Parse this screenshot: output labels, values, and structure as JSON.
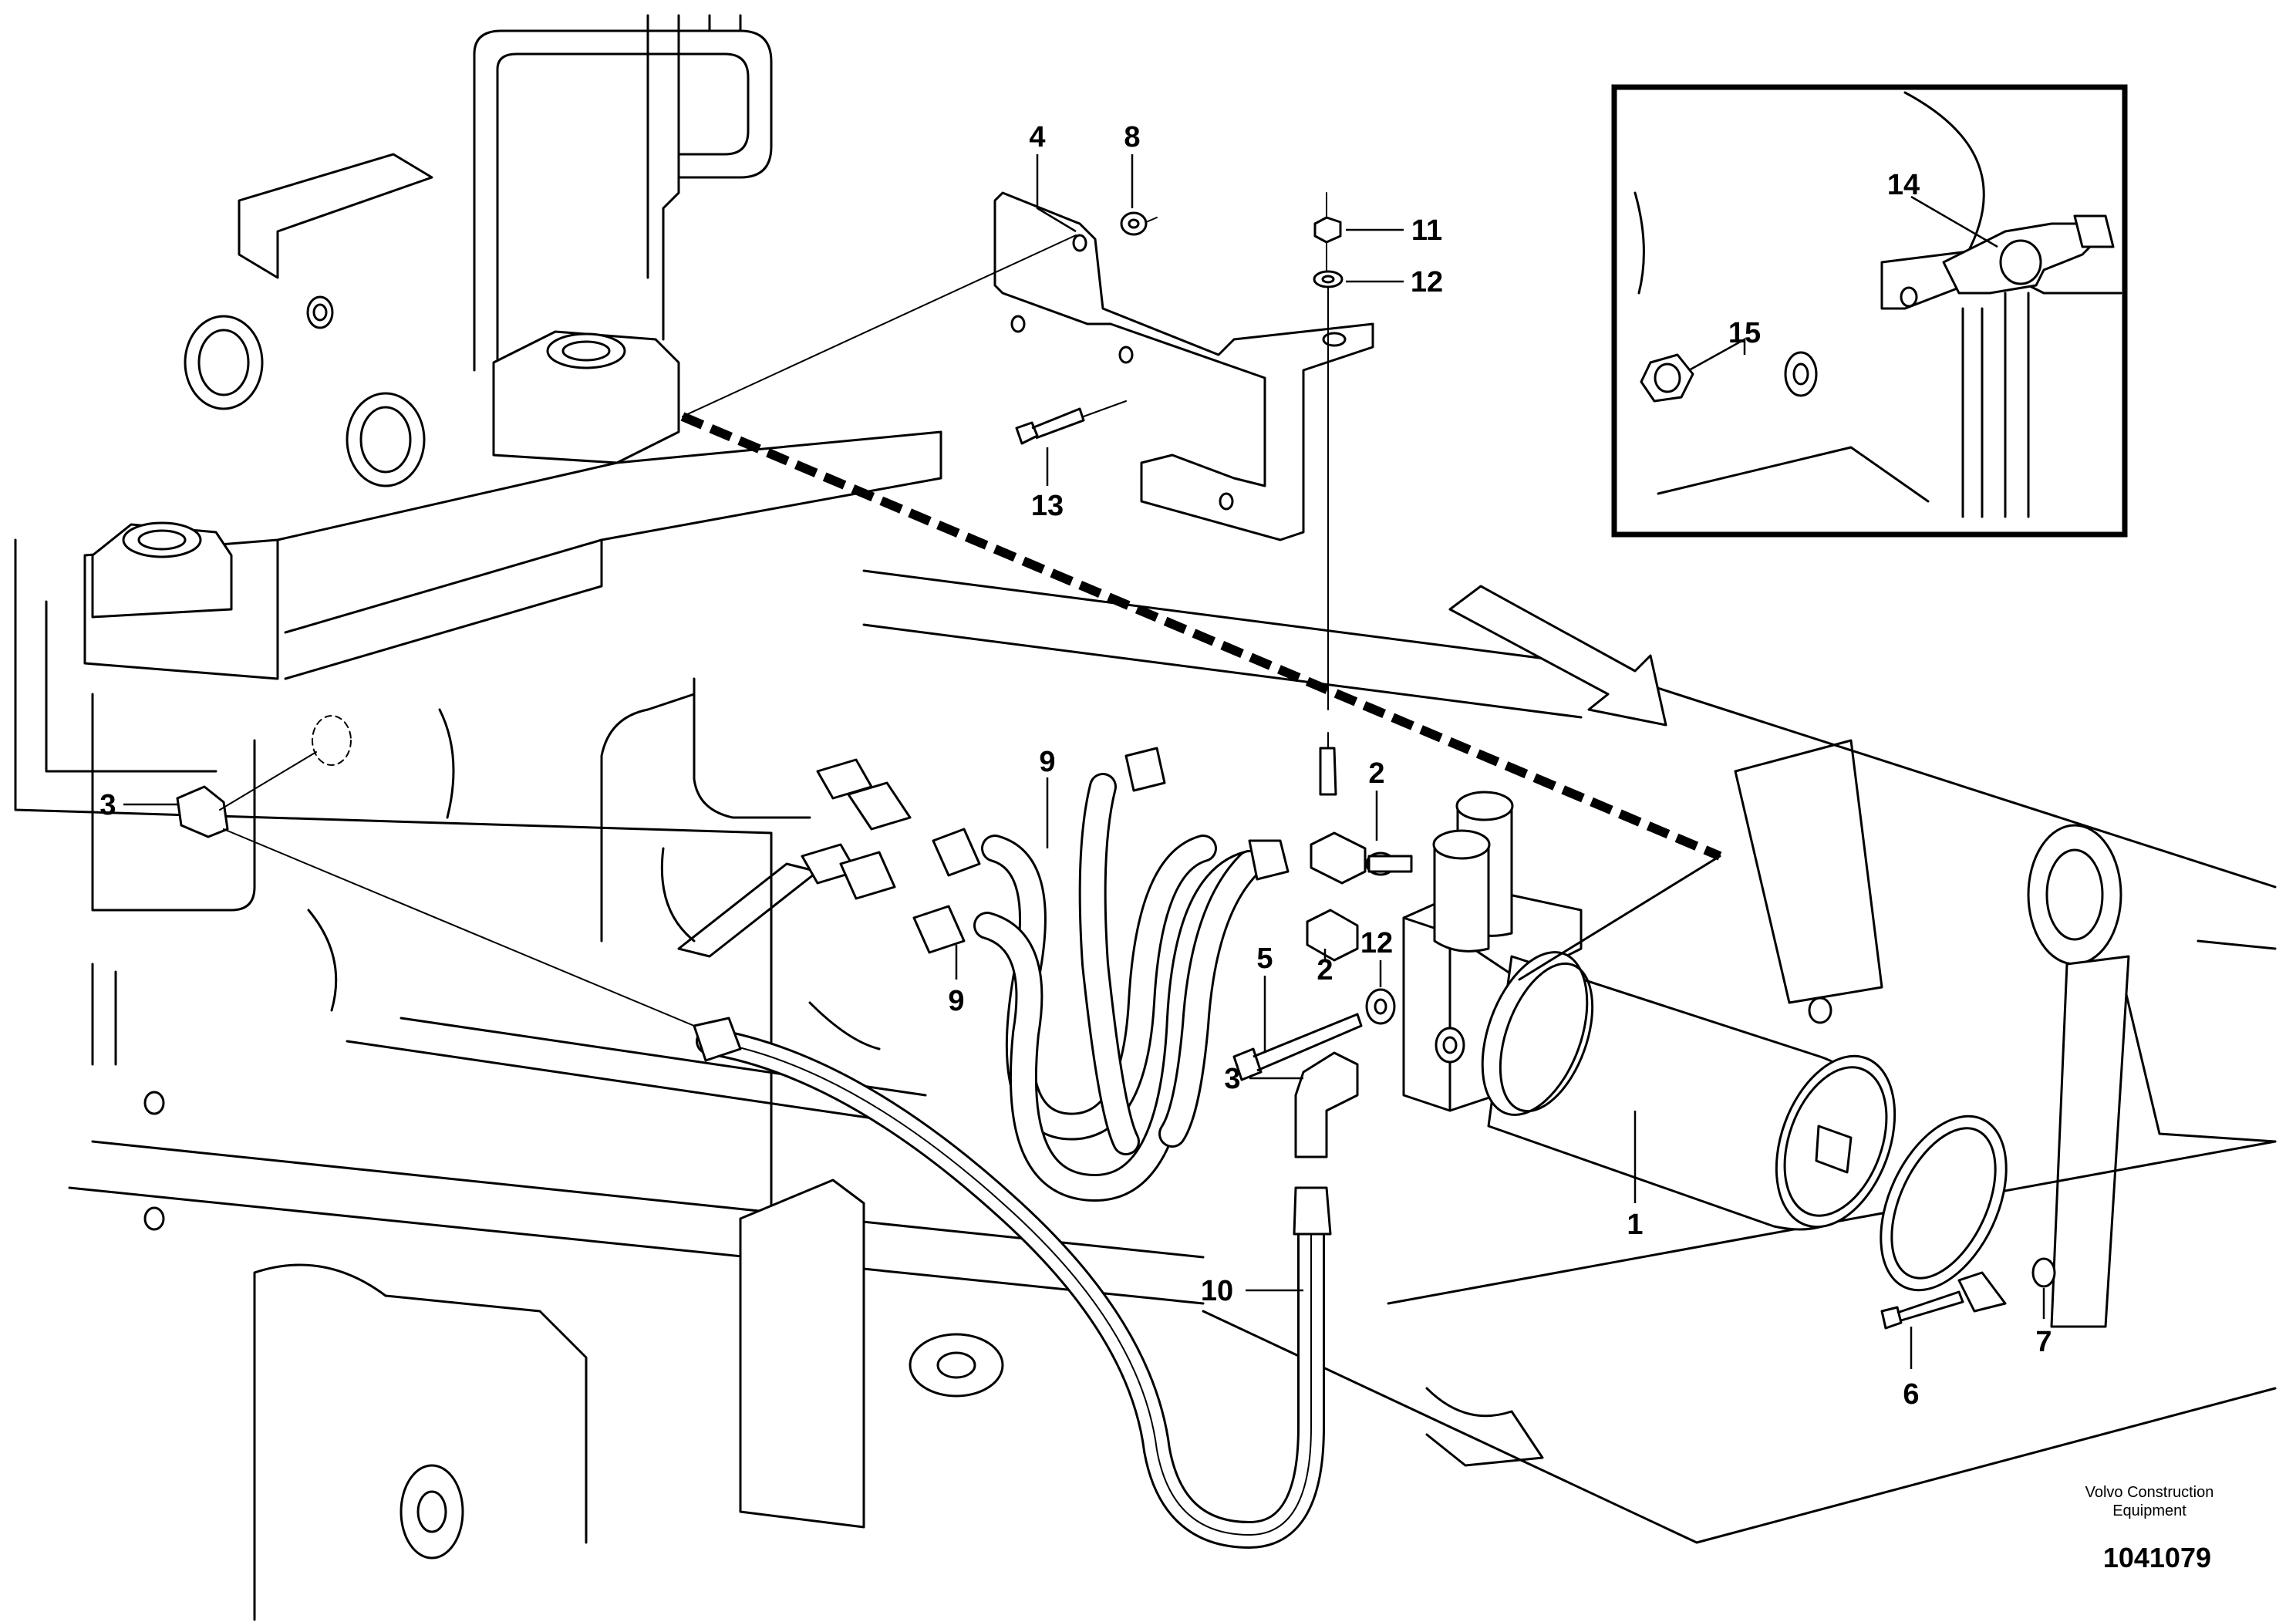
{
  "diagram": {
    "callouts": [
      {
        "id": "c1",
        "label": "1"
      },
      {
        "id": "c2a",
        "label": "2"
      },
      {
        "id": "c2b",
        "label": "2"
      },
      {
        "id": "c3a",
        "label": "3"
      },
      {
        "id": "c3b",
        "label": "3"
      },
      {
        "id": "c4",
        "label": "4"
      },
      {
        "id": "c5",
        "label": "5"
      },
      {
        "id": "c6",
        "label": "6"
      },
      {
        "id": "c7",
        "label": "7"
      },
      {
        "id": "c8",
        "label": "8"
      },
      {
        "id": "c9a",
        "label": "9"
      },
      {
        "id": "c9b",
        "label": "9"
      },
      {
        "id": "c10",
        "label": "10"
      },
      {
        "id": "c11",
        "label": "11"
      },
      {
        "id": "c12a",
        "label": "12"
      },
      {
        "id": "c12b",
        "label": "12"
      },
      {
        "id": "c13",
        "label": "13"
      },
      {
        "id": "c14",
        "label": "14"
      },
      {
        "id": "c15",
        "label": "15"
      }
    ],
    "icons": [
      "direction-arrow-icon"
    ]
  },
  "footer": {
    "brand_line1": "Volvo Construction",
    "brand_line2": "Equipment",
    "figure_number": "1041079"
  }
}
